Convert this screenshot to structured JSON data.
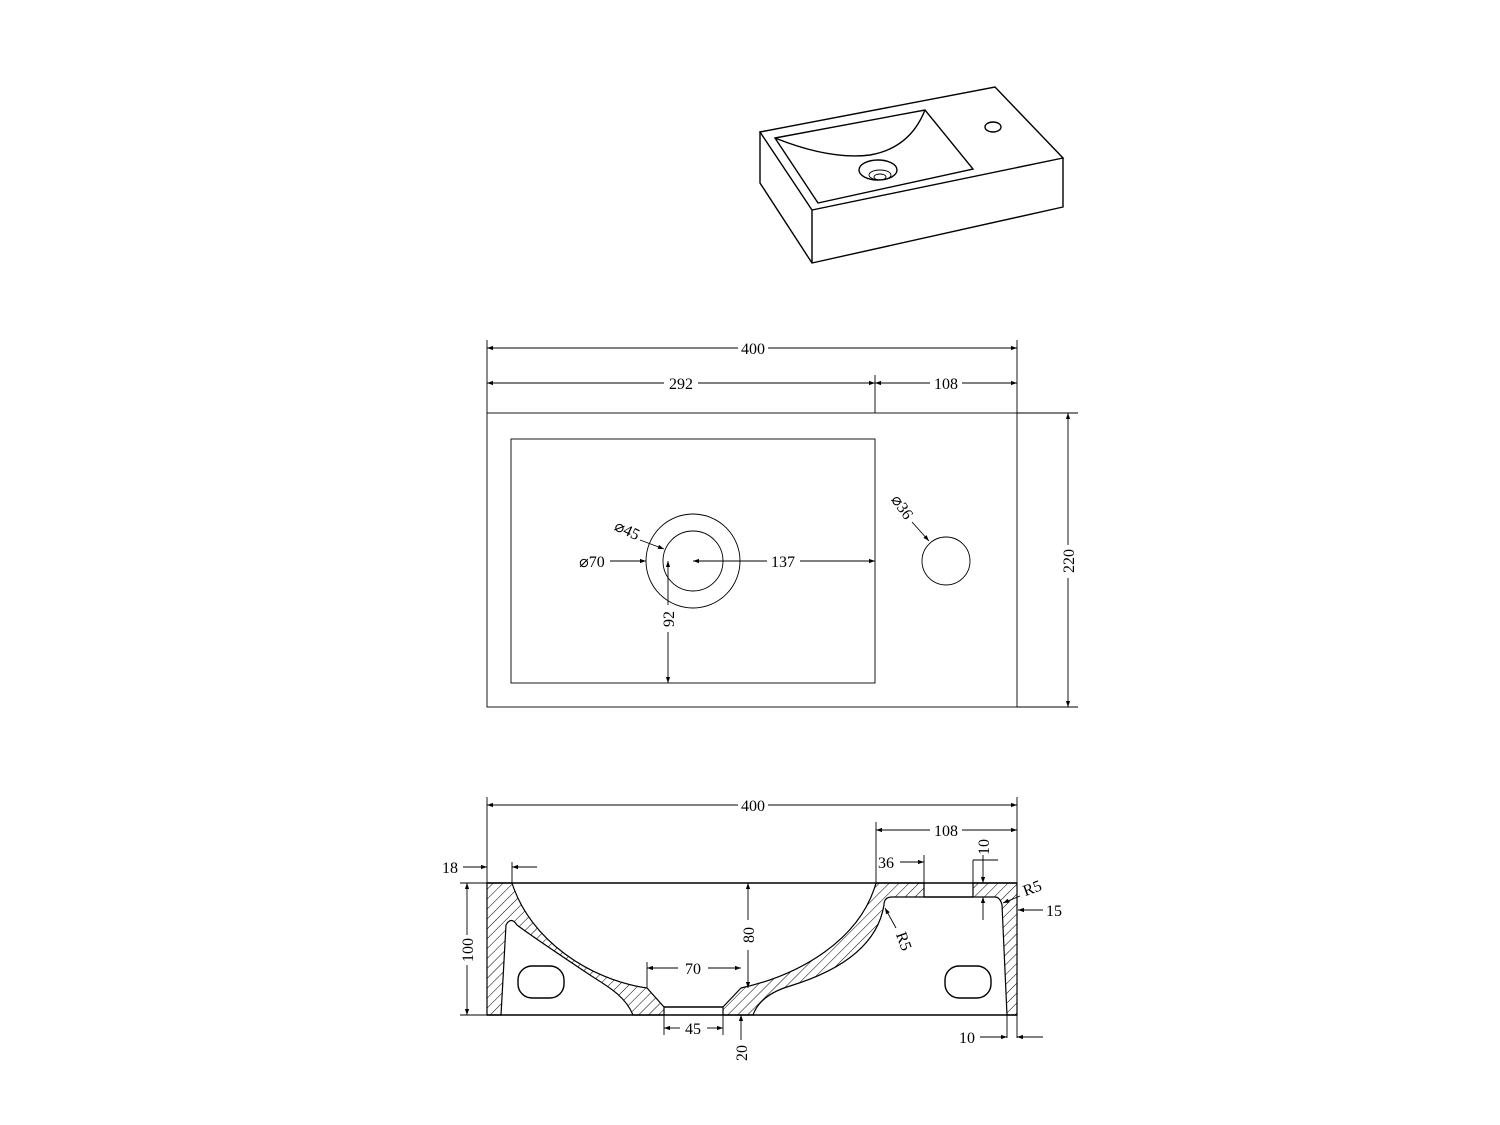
{
  "top_view": {
    "overall_width": "400",
    "basin_width": "292",
    "deck_width": "108",
    "depth": "220",
    "drain_outer_dia": "⌀70",
    "drain_inner_dia": "⌀45",
    "drain_to_basin_edge": "137",
    "drain_to_basin_front": "92",
    "tap_hole_dia": "⌀36"
  },
  "section_view": {
    "overall_width": "400",
    "deck_width": "108",
    "tap_hole_width": "36",
    "deck_thickness": "10",
    "inner_radius_right": "R5",
    "side_wall_offset": "15",
    "left_wall_offset": "18",
    "height": "100",
    "basin_depth": "80",
    "drain_recess_width": "70",
    "drain_width": "45",
    "bottom_thickness": "20",
    "notch_radius": "R5",
    "wall_thickness": "10"
  }
}
